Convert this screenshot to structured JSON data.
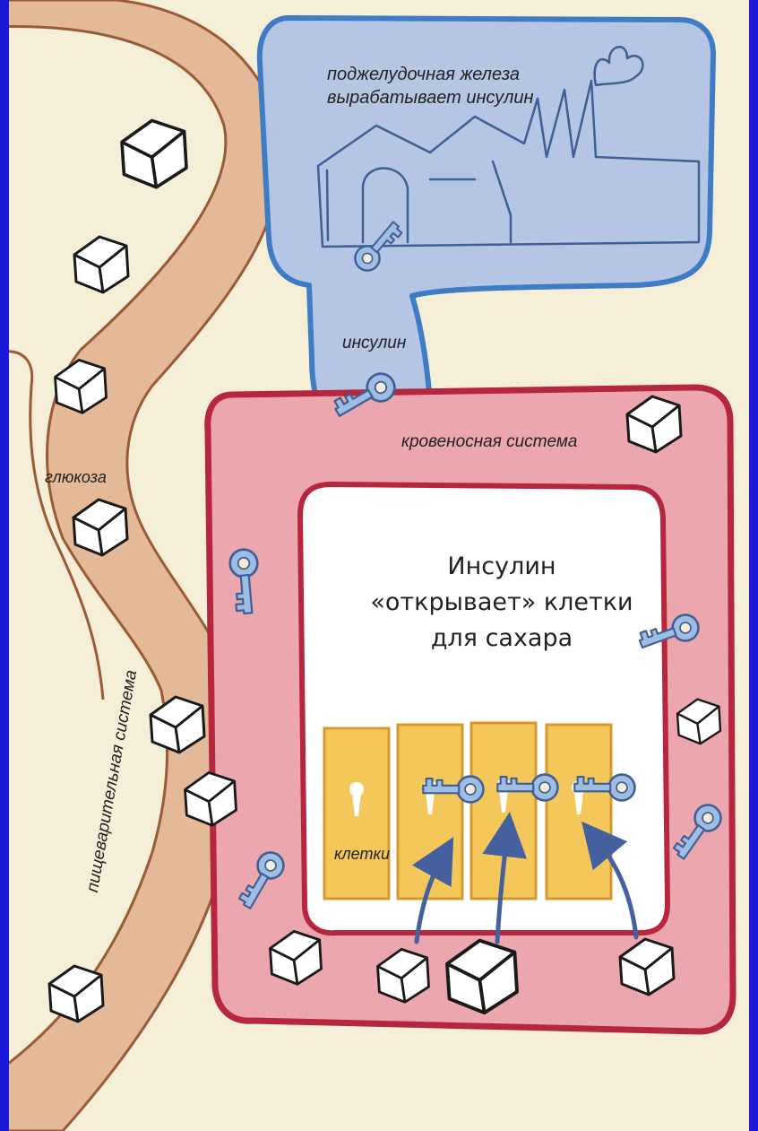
{
  "labels": {
    "pancreas_line1": "поджелудочная железа",
    "pancreas_line2": "вырабатывает инсулин",
    "insulin": "инсулин",
    "blood_system": "кровеносная система",
    "glucose": "глюкоза",
    "digestive_system": "пищеварительная система",
    "cells": "клетки"
  },
  "title": {
    "line1": "Инсулин",
    "line2": "«открывает» клетки",
    "line3": "для сахара"
  },
  "colors": {
    "frame": "#1a1ad8",
    "paper": "#f6efd7",
    "pancreas_fill": "#b4c6e3",
    "pancreas_stroke": "#3f7cc6",
    "blood_fill": "#eba6ae",
    "blood_stroke": "#b6263e",
    "digestive_fill": "#e3b998",
    "digestive_stroke": "#9a5a35",
    "cell_fill": "#f3c75a",
    "key": "#9fbde3",
    "arrow": "#45609e"
  }
}
